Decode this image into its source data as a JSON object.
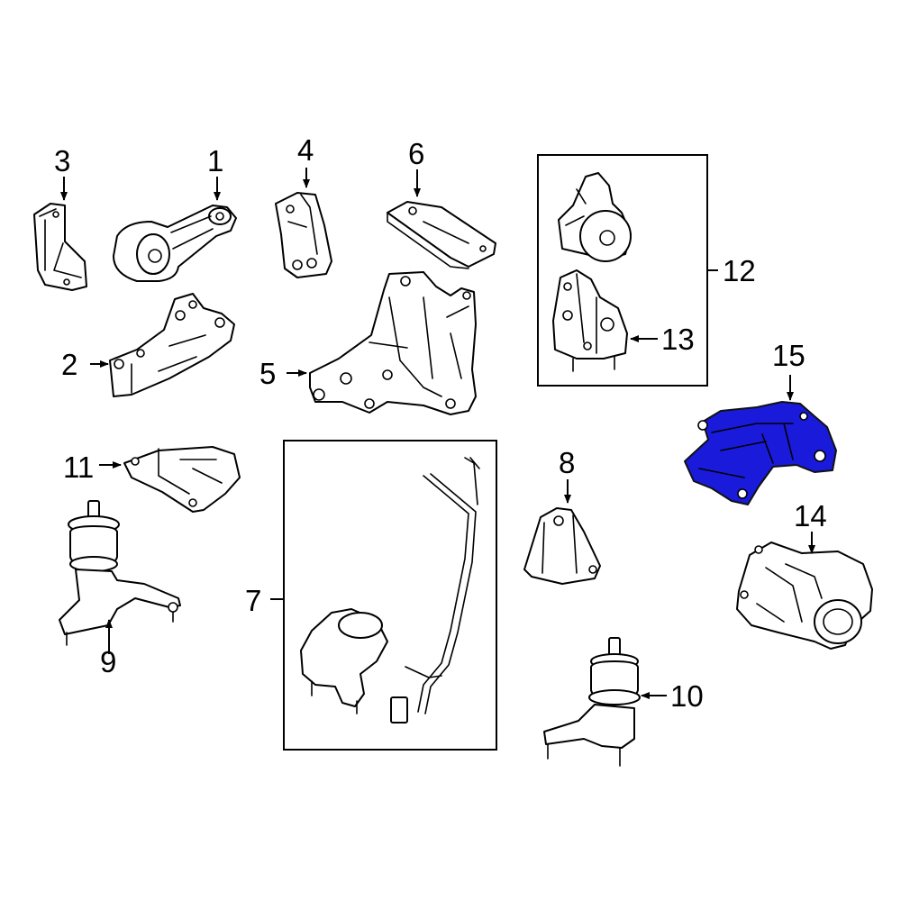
{
  "colors": {
    "highlight": "#1a1adb",
    "line": "#000000",
    "background": "#ffffff"
  },
  "callouts": {
    "c1": "1",
    "c2": "2",
    "c3": "3",
    "c4": "4",
    "c5": "5",
    "c6": "6",
    "c7": "7",
    "c8": "8",
    "c9": "9",
    "c10": "10",
    "c11": "11",
    "c12": "12",
    "c13": "13",
    "c14": "14",
    "c15": "15"
  },
  "highlighted_part": "15"
}
